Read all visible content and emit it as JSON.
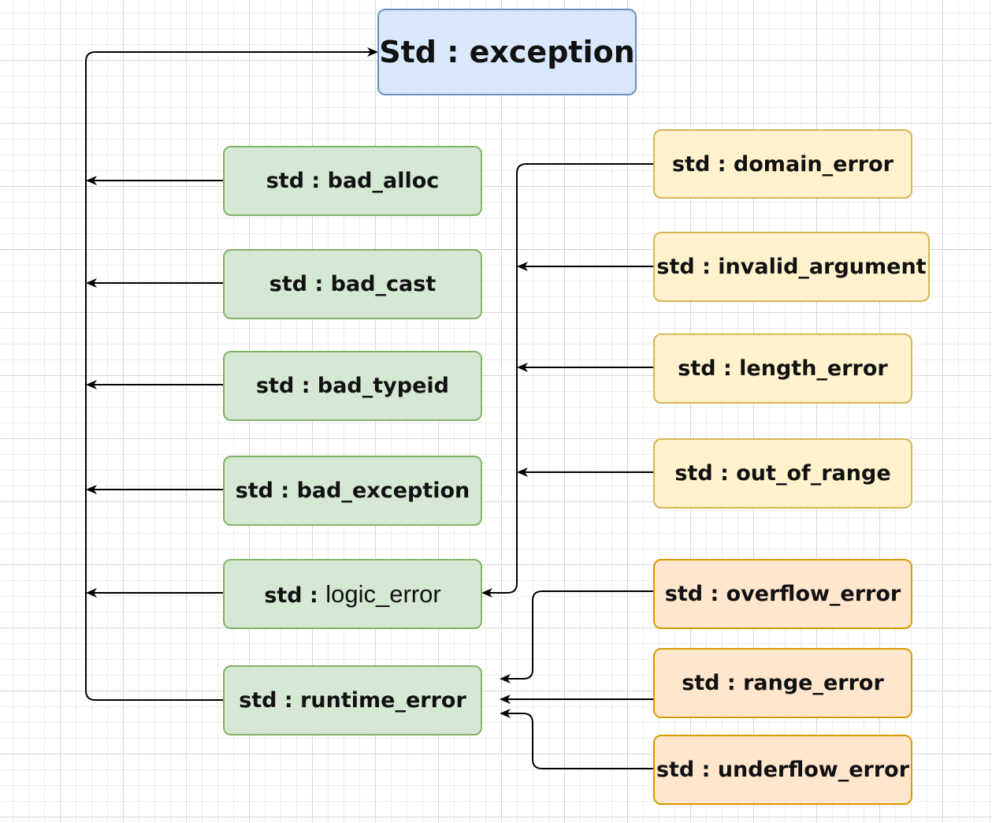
{
  "diagram": {
    "root": {
      "label": "Std : exception"
    },
    "children": [
      {
        "label": "std : bad_alloc"
      },
      {
        "label": "std : bad_cast"
      },
      {
        "label": "std : bad_typeid"
      },
      {
        "label": "std : bad_exception"
      },
      {
        "label_prefix": "std : ",
        "label_main": "logic_error"
      },
      {
        "label": "std : runtime_error"
      }
    ],
    "logic_error_children": [
      {
        "label": "std : domain_error"
      },
      {
        "label": "std : invalid_argument"
      },
      {
        "label": "std : length_error"
      },
      {
        "label": "std : out_of_range"
      }
    ],
    "runtime_error_children": [
      {
        "label": "std : overflow_error"
      },
      {
        "label": "std : range_error"
      },
      {
        "label": "std : underflow_error"
      }
    ]
  },
  "colors": {
    "root_fill": "#dae8fc",
    "root_stroke": "#6c8ebf",
    "child_fill": "#d5e8d4",
    "child_stroke": "#82b366",
    "logic_fill": "#fff2cc",
    "logic_stroke": "#d6b656",
    "runtime_fill": "#ffe6cc",
    "runtime_stroke": "#d79b00",
    "edge": "#000000"
  }
}
